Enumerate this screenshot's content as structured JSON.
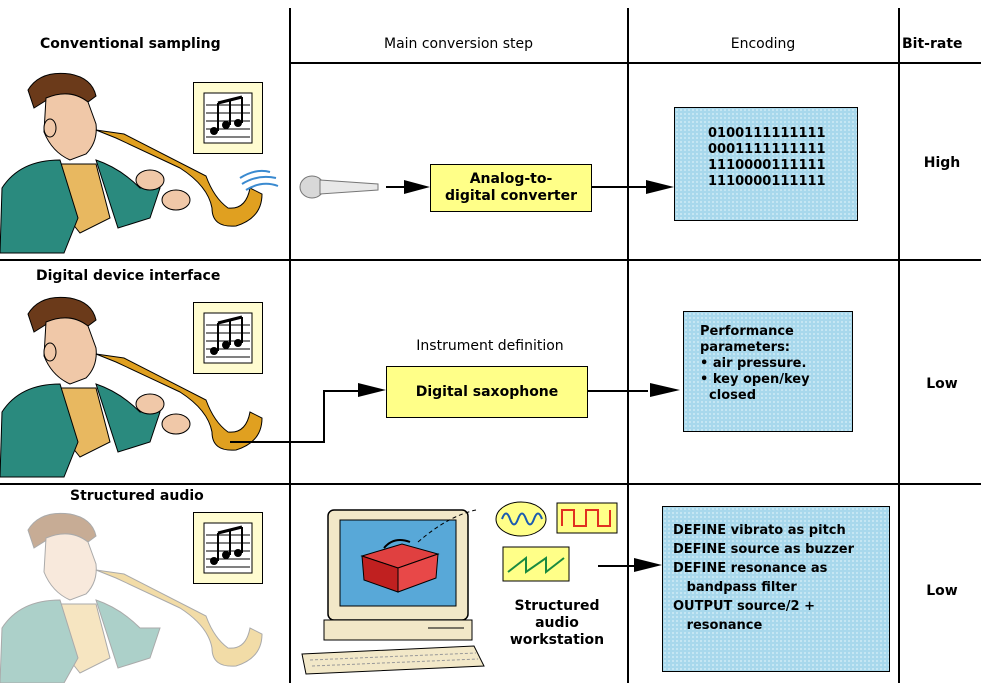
{
  "headers": {
    "col1": "Conventional sampling",
    "col2": "Main conversion step",
    "col3": "Encoding",
    "col4": "Bit-rate"
  },
  "rows": [
    {
      "title": "Conventional sampling",
      "converter": "Analog-to-\ndigital converter",
      "encoding_lines": [
        "0100111111111",
        "0001111111111",
        "1110000111111",
        "1110000111111"
      ],
      "bitrate": "High"
    },
    {
      "title": "Digital device interface",
      "caption": "Instrument definition",
      "converter": "Digital saxophone",
      "encoding_lines": [
        "Performance",
        "parameters:",
        "• air pressure.",
        "• key open/key",
        "  closed"
      ],
      "bitrate": "Low"
    },
    {
      "title": "Structured audio",
      "workstation_caption": "Structured\naudio\nworkstation",
      "encoding_lines": [
        "DEFINE vibrato as pitch",
        "DEFINE source as buzzer",
        "DEFINE resonance as",
        "   bandpass filter",
        "OUTPUT source/2 +",
        "   resonance"
      ],
      "bitrate": "Low"
    }
  ],
  "colors": {
    "yellow_box": "#ffff88",
    "blue_box": "#a8d8ec",
    "score_bg": "#fffcd0",
    "suit_green": "#2a8a7e",
    "sax_gold": "#e0a020"
  },
  "icons": [
    "saxophone-player-icon",
    "music-score-icon",
    "microphone-icon",
    "sound-waves-icon",
    "computer-workstation-icon",
    "toolbox-icon",
    "sine-wave-icon",
    "square-wave-icon",
    "sawtooth-wave-icon"
  ]
}
